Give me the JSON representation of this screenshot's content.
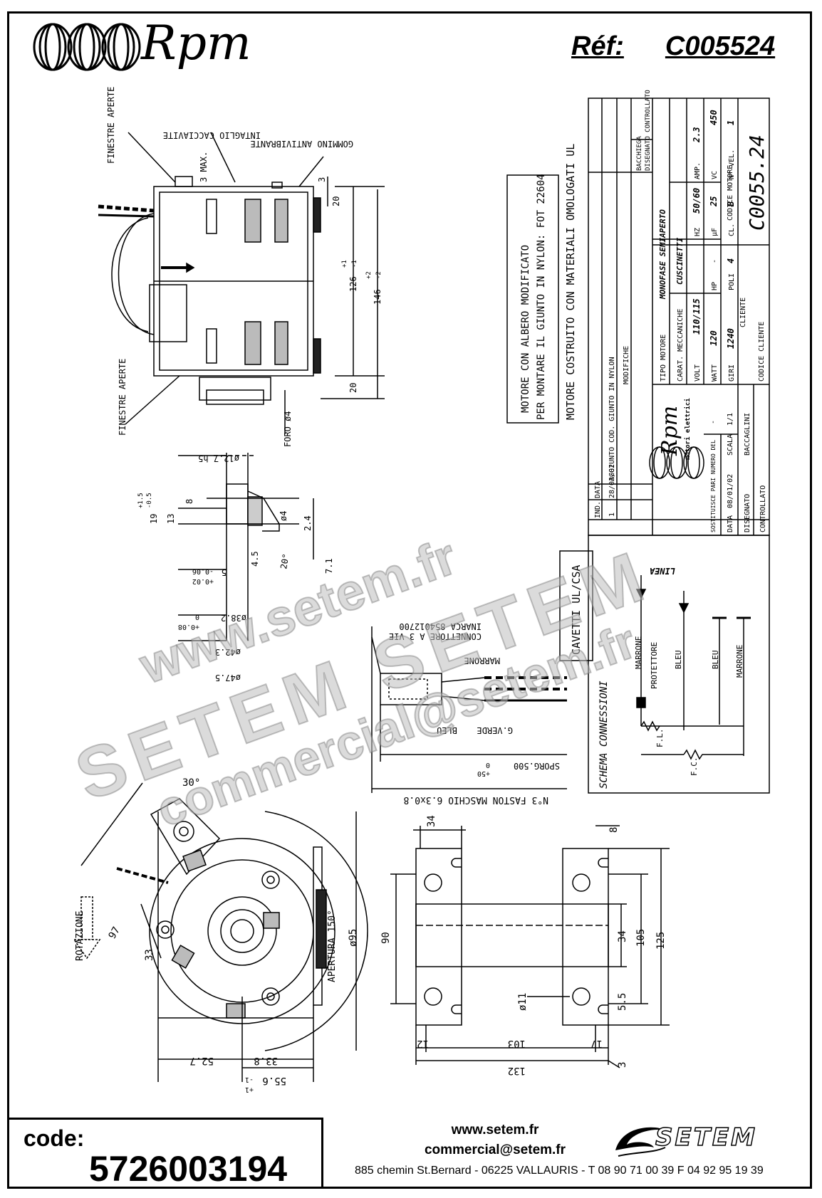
{
  "header": {
    "brand": "Rpm",
    "ref_label": "Réf:",
    "ref_value": "C005524"
  },
  "notes": {
    "motor_note_1": "MOTORE CON ALBERO MODIFICATO",
    "motor_note_2": "PER MONTARE IL GIUNTO IN NYLON: FOT 22604",
    "motor_ul": "MOTORE COSTRUITO CON MATERIALI OMOLOGATI UL",
    "cavetti": "CAVETTI UL/CSA"
  },
  "side_view": {
    "finestre_top": "FINESTRE APERTE",
    "finestre_bottom": "FINESTRE APERTE",
    "intaglio": "INTAGLIO CACCIAVITE",
    "gommino": "GOMMINO ANTIVIBRANTE",
    "max": "3 MAX.",
    "dim_3": "3",
    "dim_20_top": "20",
    "dim_126": "126",
    "dim_126_tol_plus": "+1",
    "dim_126_tol_minus": "-1",
    "dim_146": "146",
    "dim_146_tol_plus": "+2",
    "dim_146_tol_minus": "-2",
    "dim_20_bottom": "20",
    "foro": "FORO ø4"
  },
  "shaft_view": {
    "d12": "ø12.7 h5",
    "d8": "8",
    "d19": "19",
    "d19_tol_plus": "+1.5",
    "d19_tol_minus": "-0.5",
    "d13": "13",
    "d4": "ø4",
    "d2_4": "2.4",
    "d4_5": "4.5",
    "d20deg": "20°",
    "d7_1": "7.1",
    "d5": "5",
    "d5_tol_minus": "-0.06",
    "d5_tol_plus": "+0.02",
    "d38": "ø38.2",
    "d38_tol_minus": "0",
    "d38_tol_plus": "+0.08",
    "d42": "ø42.3",
    "d47": "ø47.5"
  },
  "connector": {
    "inarca": "INARCA 854012700",
    "connettore": "CONNETTORE A 3 VIE",
    "marrone": "MARRONE",
    "bleu": "BLEU",
    "gverde": "G.VERDE",
    "sporg": "SPORG.500",
    "sporg_tol_minus": "0",
    "sporg_tol_plus": "+50",
    "faston": "N°3 FASTON MASCHIO 6.3x0.8"
  },
  "title_block": {
    "modifiche": "MODIFICHE",
    "mod_row_1": "AGGIUNTO COD. GIUNTO IN NYLON",
    "mod_row_date": "28/03/02",
    "mod_row_ind": "1",
    "ind": "IND.",
    "data": "DATA",
    "bacchiega": "BACCHIEGA",
    "disegnato_controllato": "DISEGNATO CONTROLLATO",
    "tipo_motore": "TIPO MOTORE",
    "tipo_motore_val": "MONOFASE SEMIAPERTO",
    "carat": "CARAT. MECCANICHE",
    "carat_val": "CUSCINETTI",
    "volt_label": "VOLT",
    "volt_val": "110/115",
    "hz_label": "HZ",
    "hz_val": "50/60",
    "amp_label": "AMP.",
    "amp_val": "2.3",
    "watt_label": "WATT",
    "watt_val": "120",
    "hp_label": "HP",
    "hp_val": "-",
    "uf_label": "µF",
    "uf_val": "25",
    "vc_label": "VC",
    "vc_val": "450",
    "giri_label": "GIRI",
    "giri_val": "1240",
    "poli_label": "POLI",
    "poli_val": "4",
    "cl_label": "CL.",
    "cl_val": "B",
    "nvel_label": "N° VEL.",
    "nvel_val": "1",
    "cliente": "CLIENTE",
    "codice_motore": "CODICE MOTORE",
    "codice_motore_val": "C0055.24",
    "codice_cliente": "CODICE CLIENTE",
    "tb_brand": "Rpm",
    "tb_brand_sub": "motori elettrici",
    "sostituisce": "SOSTITUISCE PARI NUMERO DEL",
    "sostituisce_val": "-",
    "data_label": "DATA",
    "data_val": "08/01/02",
    "scala_label": "SCALA",
    "scala_val": "1/1",
    "disegnato": "DISEGNATO",
    "disegnato_val": "BACCAGLINI",
    "controllato": "CONTROLLATO"
  },
  "schema": {
    "title": "SCHEMA CONNESSIONI",
    "linea": "LINEA",
    "marrone1": "MARRONE",
    "protettore": "PROTETTORE",
    "bleu1": "BLEU",
    "bleu2": "BLEU",
    "marrone2": "MARRONE",
    "fl": "F.L.",
    "fc": "F.C."
  },
  "front_view": {
    "deg30": "30°",
    "rotazione": "ROTAZIONE",
    "d97": "97",
    "d33": "33",
    "apertura": "APERTURA 150°",
    "d95": "ø95",
    "d52": "52.7",
    "d33_8": "33.8",
    "d55": "55.6",
    "d55_tol_minus": "-1",
    "d55_tol_plus": "+1"
  },
  "bracket_view": {
    "d34_top": "34",
    "d8": "8",
    "d90": "90",
    "d34": "34",
    "d105": "105",
    "d125": "125",
    "d11": "ø11",
    "d5_5": "5.5",
    "d12": "12",
    "d103": "103",
    "d17": "17",
    "d132": "132",
    "d3": "3"
  },
  "footer": {
    "code_label": "code:",
    "code_value": "5726003194",
    "website": "www.setem.fr",
    "email": "commercial@setem.fr",
    "address": "885 chemin St.Bernard  -  06225 VALLAURIS  -  T 08 90 71 00 39  F 04 92 95 19 39",
    "brand": "SETEM"
  },
  "watermark": {
    "line1": "www.setem.fr",
    "line2": "SETEM  SETEM",
    "line3": "commercial@setem.fr"
  }
}
